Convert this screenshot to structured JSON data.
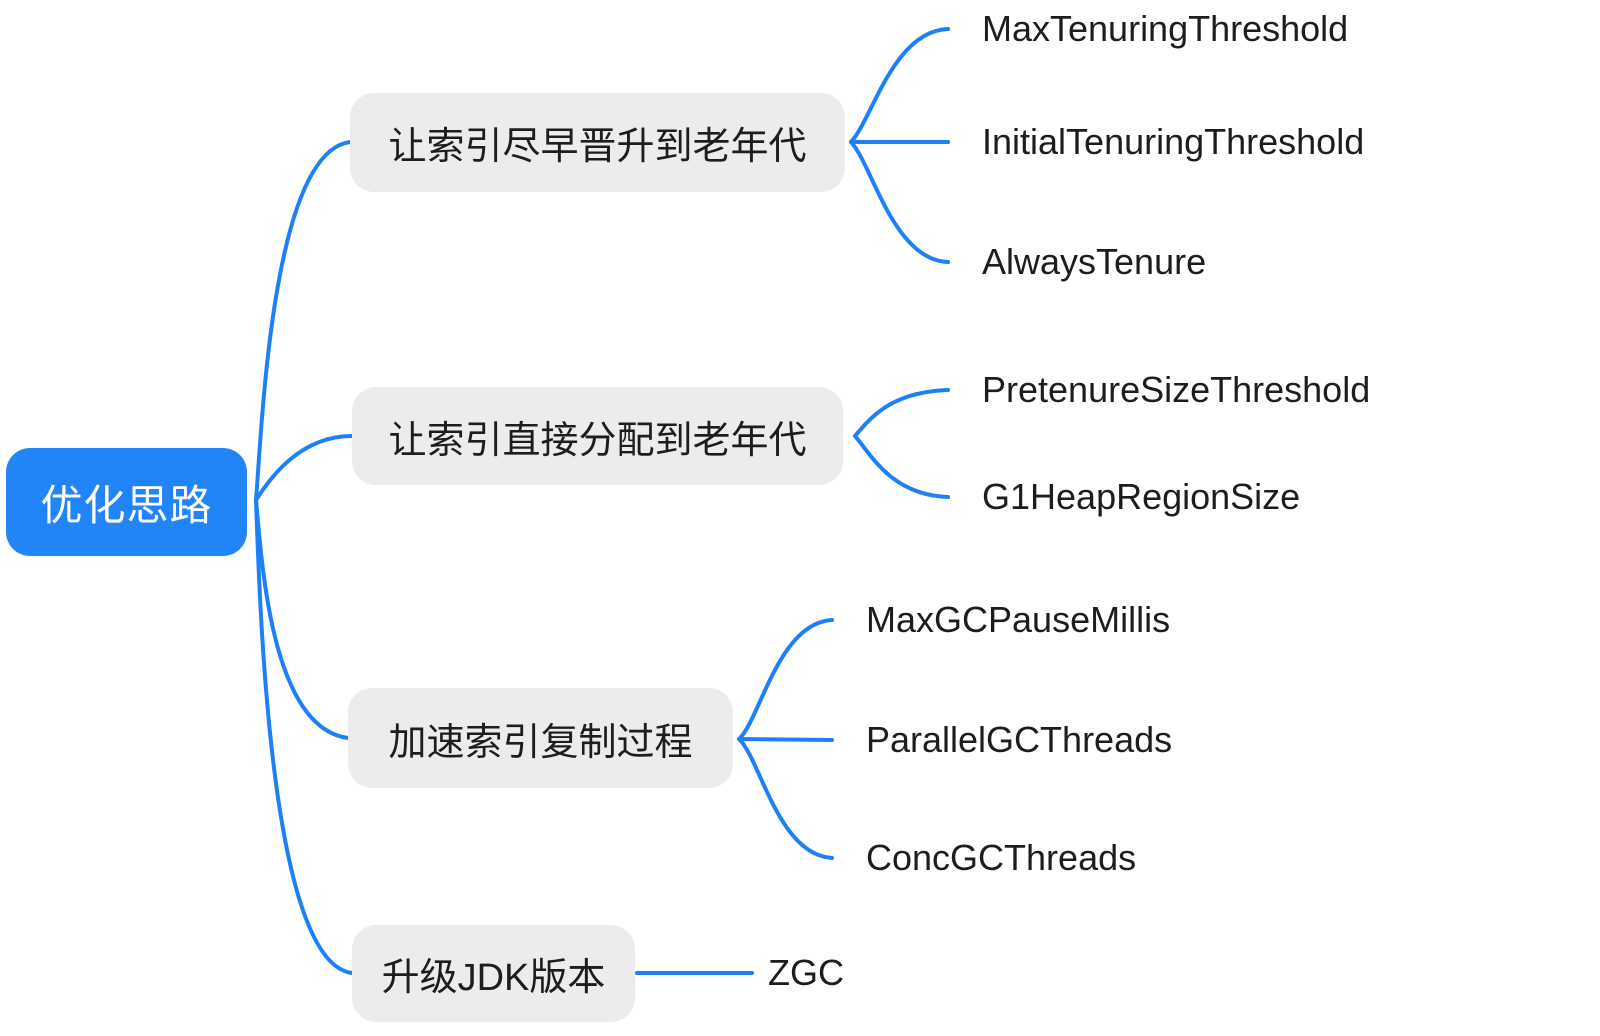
{
  "root": {
    "label": "优化思路"
  },
  "branches": [
    {
      "label": "让索引尽早晋升到老年代",
      "children": [
        "MaxTenuringThreshold",
        "InitialTenuringThreshold",
        "AlwaysTenure"
      ]
    },
    {
      "label": "让索引直接分配到老年代",
      "children": [
        "PretenureSizeThreshold",
        "G1HeapRegionSize"
      ]
    },
    {
      "label": "加速索引复制过程",
      "children": [
        "MaxGCPauseMillis",
        "ParallelGCThreads",
        "ConcGCThreads"
      ]
    },
    {
      "label": "升级JDK版本",
      "children": [
        "ZGC"
      ]
    }
  ],
  "colors": {
    "root_bg": "#2184F8",
    "root_text": "#FFFFFF",
    "branch_bg": "#ECECEE",
    "node_text": "#1D1D1F",
    "connector": "#1E80F6",
    "background": "#FFFFFF"
  }
}
